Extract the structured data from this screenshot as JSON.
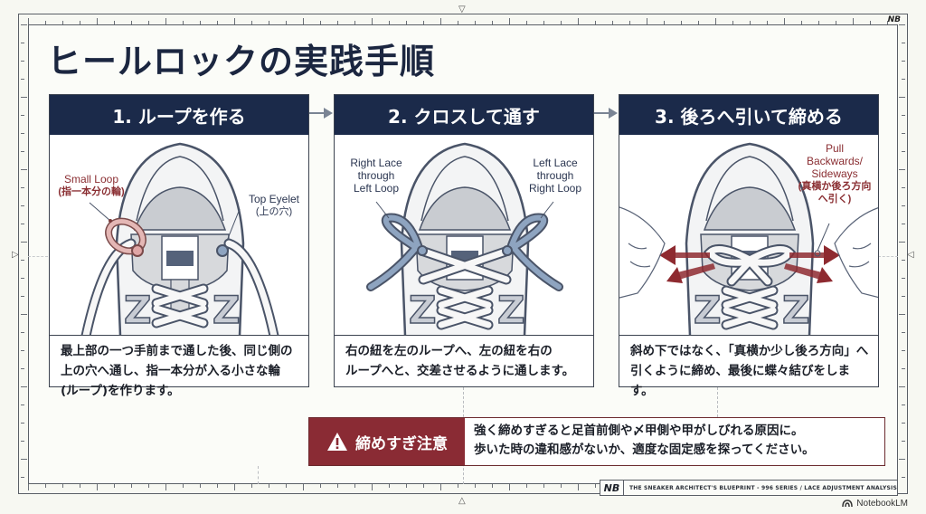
{
  "title": "ヒールロックの実践手順",
  "colors": {
    "navy": "#1b2a4a",
    "warning_red": "#8a2b34",
    "arrow_red": "#8e2a30",
    "loop_pink": "#d9a0a0",
    "lace_blue": "#8495ad",
    "background": "#f7f8f2"
  },
  "steps": [
    {
      "header": "1. ループを作る",
      "callouts": [
        {
          "text_en": "Small Loop",
          "text_ja": "(指一本分の輪)"
        },
        {
          "text_en": "Top Eyelet",
          "text_ja": "(上の穴)"
        }
      ],
      "description": [
        "最上部の一つ手前まで通した後、同じ側の",
        "上の穴へ通し、指一本分が入る小さな輪",
        "(ループ)を作ります。"
      ]
    },
    {
      "header": "2. クロスして通す",
      "callouts": [
        {
          "text_en": "Right Lace\nthrough\nLeft Loop"
        },
        {
          "text_en": "Left Lace\nthrough\nRight Loop"
        }
      ],
      "description": [
        "右の紐を左のループへ、左の紐を右の",
        "ループへと、交差させるように通します。"
      ]
    },
    {
      "header": "3. 後ろへ引いて締める",
      "callouts": [
        {
          "text_en": "Pull\nBackwards/\nSideways",
          "text_ja": "(真横か後ろ方向\nへ引く)"
        }
      ],
      "description": [
        "斜め下ではなく、「真横か少し後ろ方向」へ",
        "引くように締め、最後に蝶々結びをします。"
      ]
    }
  ],
  "warning": {
    "icon": "warning-triangle-icon",
    "label": "締めすぎ注意",
    "lines": [
      "強く締めすぎると足首前側や〆甲側や甲がしびれる原因に。",
      "歩いた時の違和感がないか、適度な固定感を探ってください。"
    ]
  },
  "footer": {
    "logo": "NB",
    "text": "THE SNEAKER ARCHITECT'S BLUEPRINT - 996 SERIES / LACE ADJUSTMENT ANALYSIS"
  },
  "watermark": "NotebookLM",
  "corner_logo": "NB"
}
